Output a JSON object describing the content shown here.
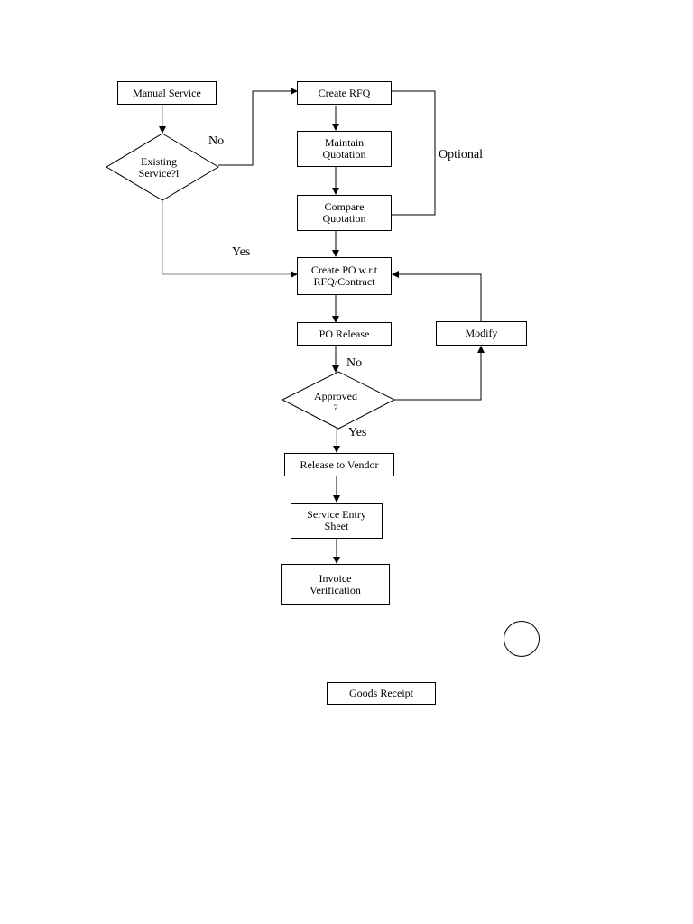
{
  "nodes": {
    "manual_service": "Manual Service",
    "existing_service": "Existing\nService?l",
    "create_rfq": "Create RFQ",
    "maintain_quotation": "Maintain\nQuotation",
    "compare_quotation": "Compare\nQuotation",
    "create_po": "Create PO w.r.t\nRFQ/Contract",
    "po_release": "PO Release",
    "modify": "Modify",
    "approved": "Approved\n?",
    "release_to_vendor": "Release to Vendor",
    "service_entry_sheet": "Service Entry\nSheet",
    "invoice_verification": "Invoice\nVerification",
    "goods_receipt": "Goods Receipt"
  },
  "labels": {
    "no_existing": "No",
    "yes_existing": "Yes",
    "optional": "Optional",
    "no_approved": "No",
    "yes_approved": "Yes"
  }
}
